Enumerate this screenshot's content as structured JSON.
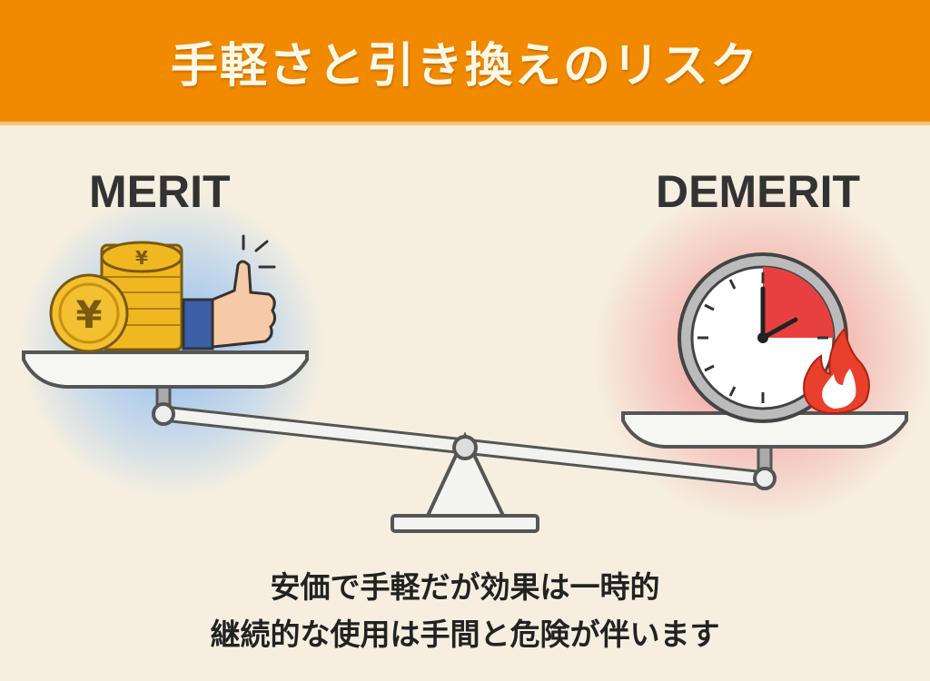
{
  "header": {
    "title": "手軽さと引き換えのリスク"
  },
  "labels": {
    "merit": "MERIT",
    "demerit": "DEMERIT"
  },
  "icons": {
    "coins": "yen-coins-icon",
    "thumb": "thumbs-up-icon",
    "clock": "clock-icon",
    "fire": "fire-icon",
    "scale": "balance-scale-icon"
  },
  "coin_symbol": "¥",
  "caption": {
    "line1": "安価で手軽だが効果は一時的",
    "line2": "継続的な使用は手間と危険が伴います"
  },
  "colors": {
    "header": "#f28a00",
    "background": "#f6efe0",
    "coin": "#f0b820",
    "clock_red": "#e84040"
  }
}
